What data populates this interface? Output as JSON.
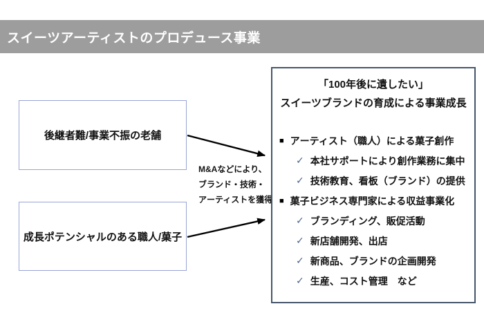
{
  "slide": {
    "title": "スイーツアーティストのプロデュース事業",
    "source_boxes": [
      {
        "label": "後継者難/事業不振の老舗"
      },
      {
        "label": "成長ポテンシャルのある職人/菓子"
      }
    ],
    "middle_note": {
      "lines": [
        "M&Aなどにより、",
        "ブランド・技術・",
        "アーティストを獲得"
      ]
    },
    "right_box": {
      "title_lines": [
        "「100年後に遺したい」",
        "スイーツブランドの育成による事業成長"
      ],
      "items": [
        {
          "level": 1,
          "bullet": "■",
          "text": "アーティスト（職人）による菓子創作"
        },
        {
          "level": 2,
          "bullet": "✓",
          "text": "本社サポートにより創作業務に集中"
        },
        {
          "level": 2,
          "bullet": "✓",
          "text": "技術教育、看板（ブランド）の提供"
        },
        {
          "level": 1,
          "bullet": "■",
          "text": "菓子ビジネス専門家による収益事業化"
        },
        {
          "level": 2,
          "bullet": "✓",
          "text": "ブランディング、販促活動"
        },
        {
          "level": 2,
          "bullet": "✓",
          "text": "新店舗開発、出店"
        },
        {
          "level": 2,
          "bullet": "✓",
          "text": "新商品、ブランドの企画開発"
        },
        {
          "level": 2,
          "bullet": "✓",
          "text": "生産、コスト管理　など"
        }
      ]
    },
    "colors": {
      "header_bg": "#9d9d9d",
      "source_box_border": "#98a4d6",
      "right_box_border": "#44546a",
      "check": "#4a648c",
      "arrow": "#000000"
    }
  }
}
